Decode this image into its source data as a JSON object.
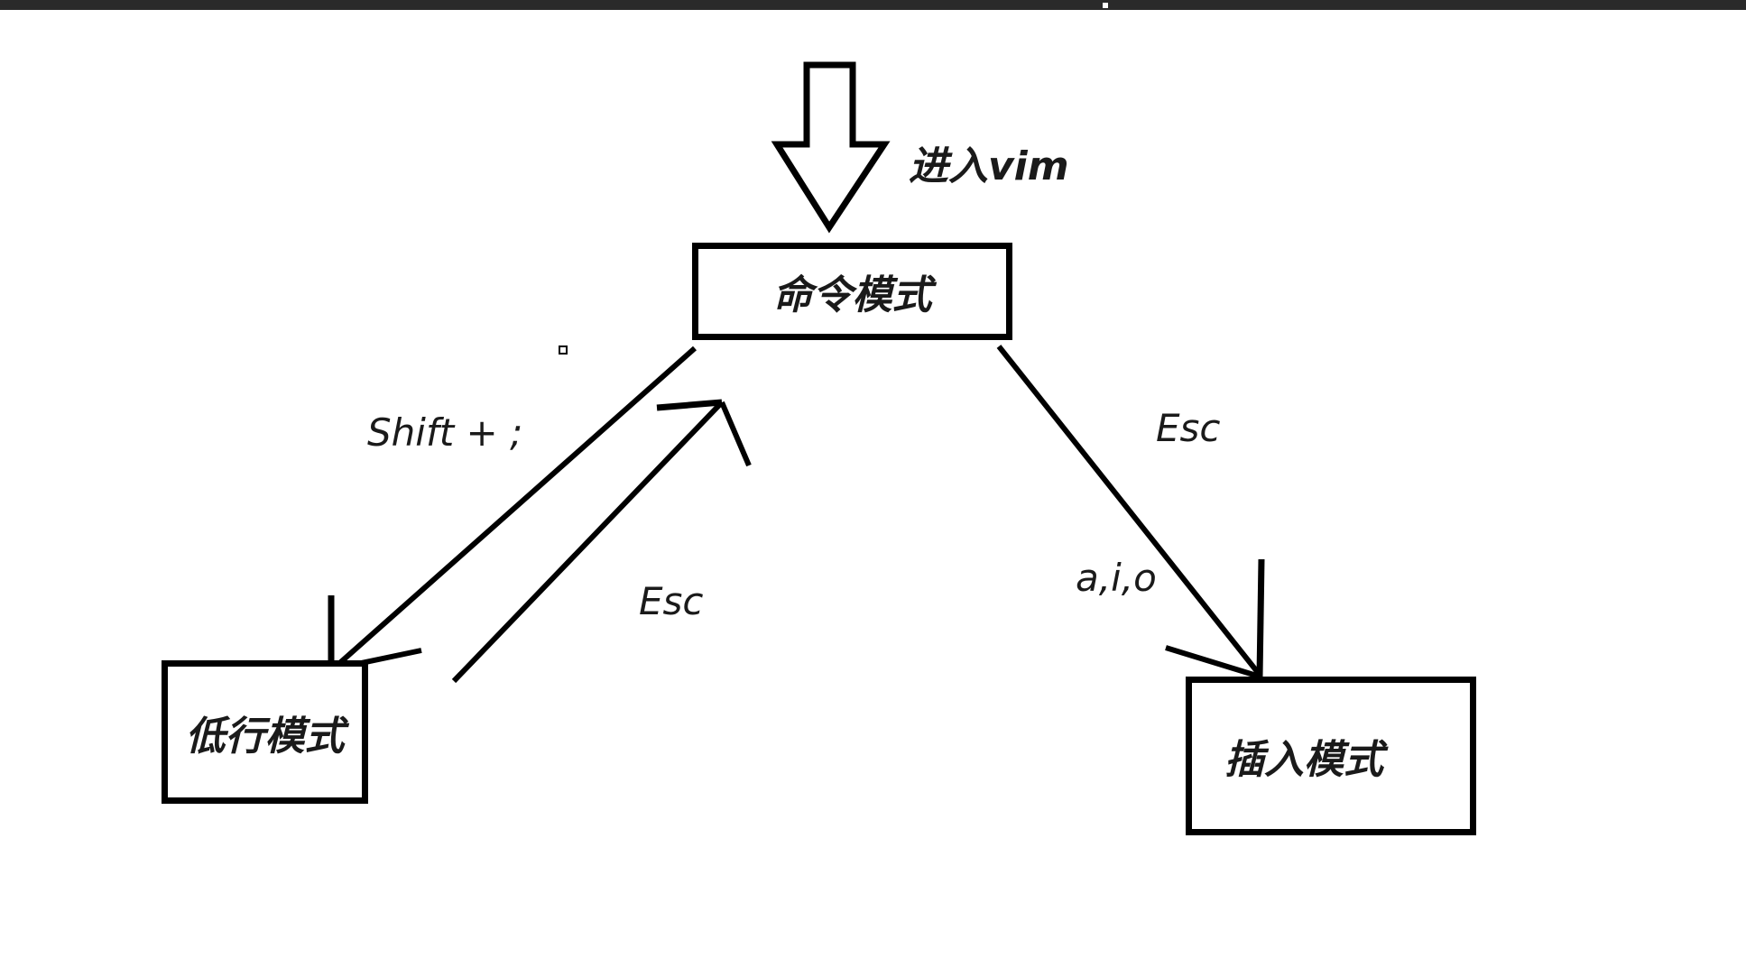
{
  "entry": {
    "label": "进入vim"
  },
  "nodes": {
    "command": {
      "label": "命令模式"
    },
    "lastline": {
      "label": "低行模式"
    },
    "insert": {
      "label": "插入模式"
    }
  },
  "edges": {
    "command_to_lastline": {
      "label": "Shift + ;"
    },
    "lastline_to_command": {
      "label": "Esc"
    },
    "insert_to_command": {
      "label": "Esc"
    },
    "command_to_insert": {
      "label": "a,i,o"
    }
  },
  "colors": {
    "stroke": "#000000",
    "text": "#1a1a1a",
    "background": "#ffffff",
    "top_bar": "#2a2a2a"
  }
}
